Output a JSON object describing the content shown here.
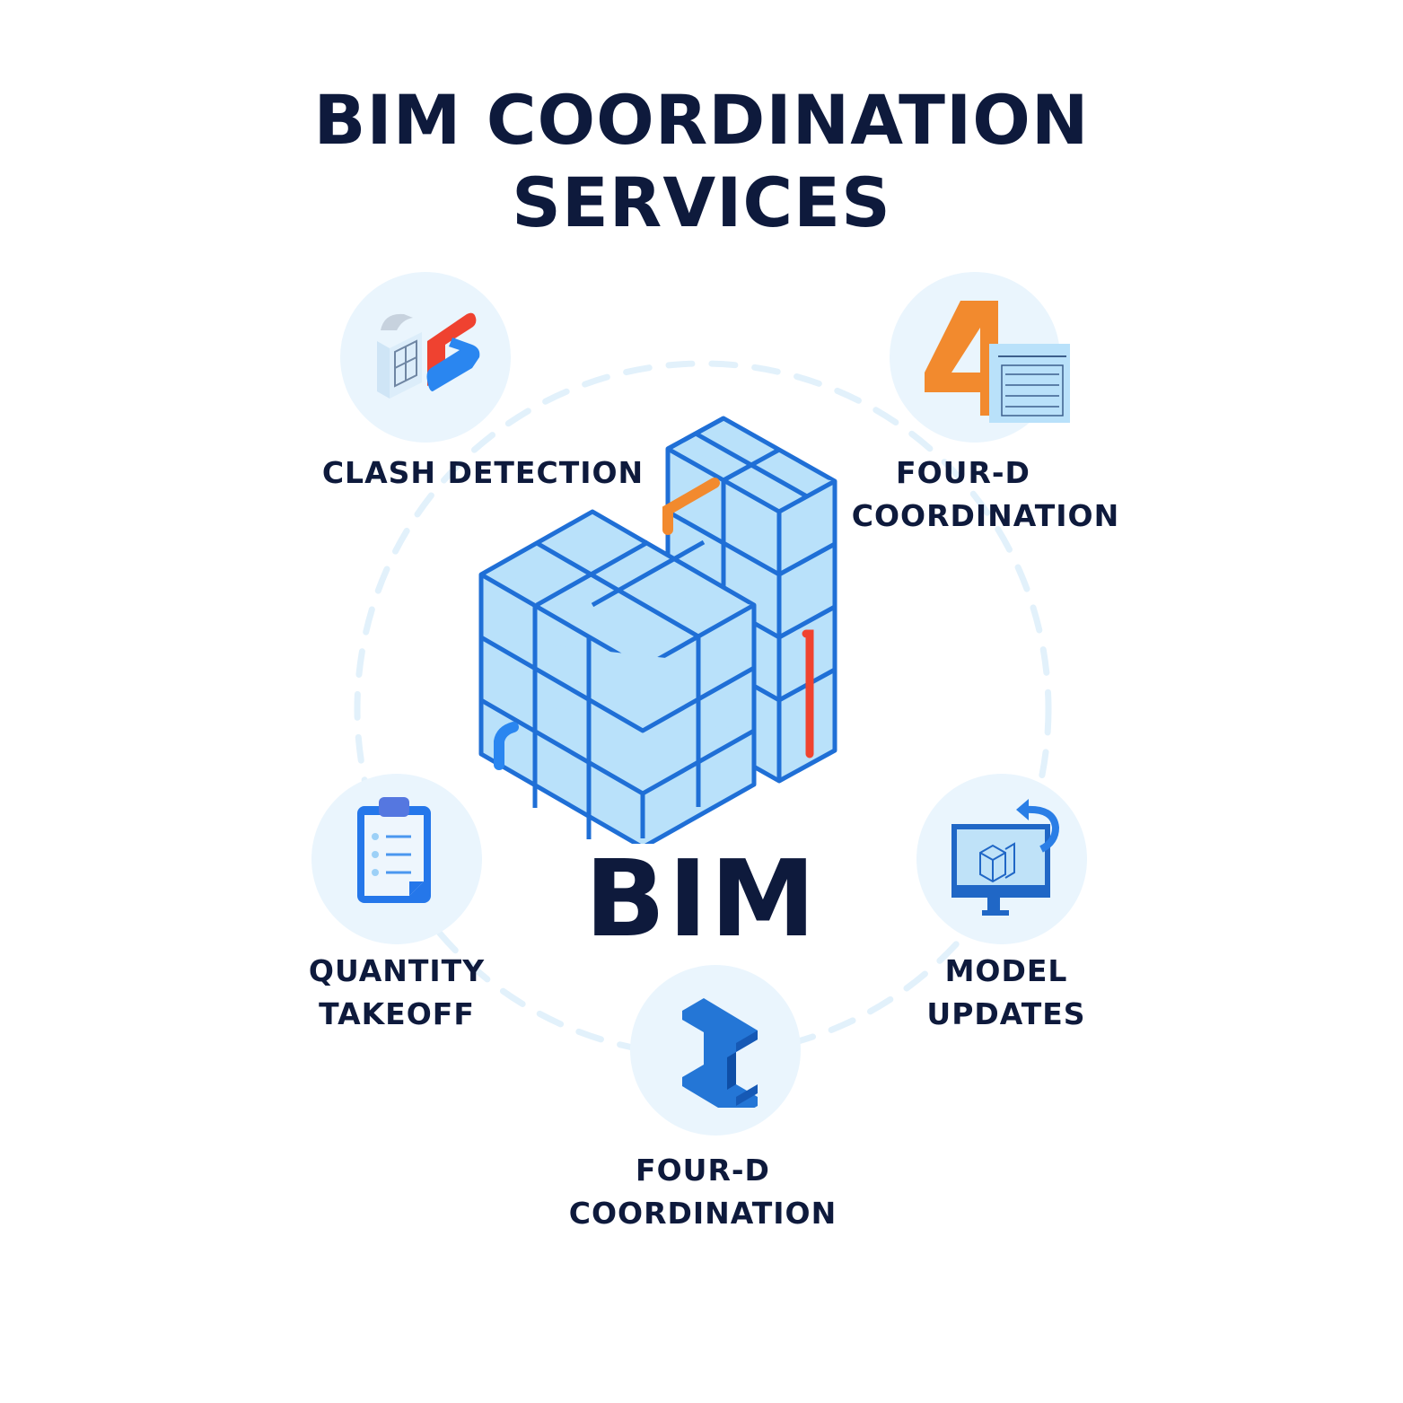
{
  "header": {
    "title_line1": "BIM COORDINATION",
    "title_line2": "SERVICES"
  },
  "center": {
    "label": "BIM",
    "graphic": "isometric-building-model-icon"
  },
  "services": [
    {
      "id": "clash-detection",
      "lines": [
        "CLASH DETECTION"
      ],
      "icon": "clash-detection-icon"
    },
    {
      "id": "four-d-top",
      "lines": [
        "FOUR-D",
        "COORDINATION"
      ],
      "icon": "four-d-schedule-icon"
    },
    {
      "id": "quantity-takeoff",
      "lines": [
        "QUANTITY",
        "TAKEOFF"
      ],
      "icon": "clipboard-icon"
    },
    {
      "id": "model-updates",
      "lines": [
        "MODEL",
        "UPDATES"
      ],
      "icon": "monitor-refresh-icon"
    },
    {
      "id": "four-d-bottom",
      "lines": [
        "FOUR-D",
        "COORDINATION"
      ],
      "icon": "steel-beam-icon"
    }
  ],
  "colors": {
    "navy": "#0e1a3c",
    "blue": "#1f6fd6",
    "light_blue": "#b9e1fa",
    "circle_bg": "#eaf5fd",
    "orange": "#f28a2e",
    "red": "#f0432f",
    "dash": "#e2f1fb"
  }
}
